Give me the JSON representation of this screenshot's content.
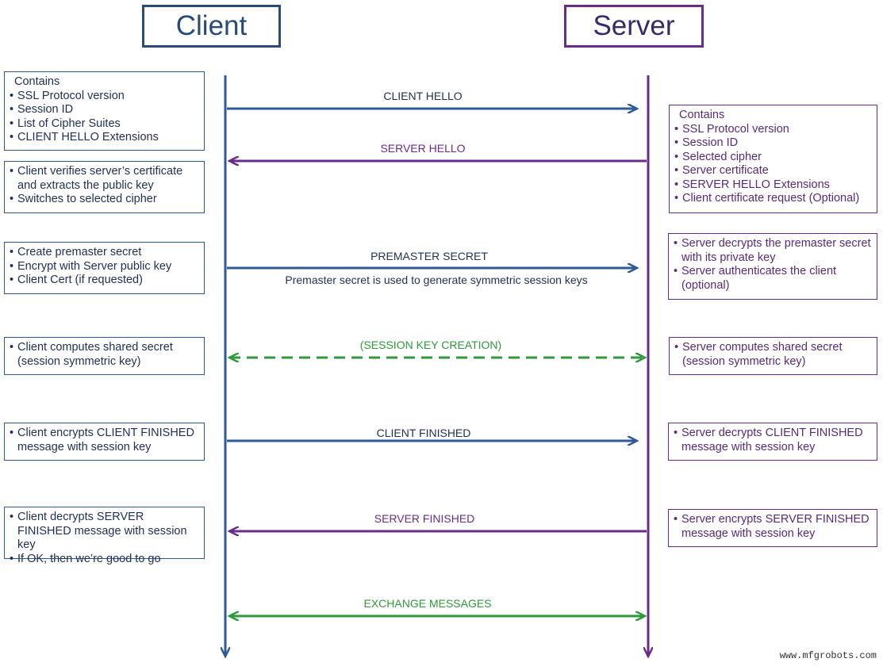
{
  "actors": {
    "client": "Client",
    "server": "Server"
  },
  "messages": {
    "client_hello": "CLIENT HELLO",
    "server_hello": "SERVER HELLO",
    "premaster_secret": "PREMASTER SECRET",
    "premaster_note": "Premaster secret is used to generate symmetric session keys",
    "session_key_creation": "(SESSION KEY CREATION)",
    "client_finished": "CLIENT FINISHED",
    "server_finished": "SERVER FINISHED",
    "exchange_messages": "EXCHANGE MESSAGES"
  },
  "client_notes": {
    "hello": {
      "head": "Contains",
      "items": [
        "SSL Protocol version",
        "Session ID",
        "List of Cipher Suites",
        "CLIENT HELLO Extensions"
      ]
    },
    "verify": {
      "items": [
        "Client verifies server’s certificate and extracts the public key",
        "Switches to selected cipher"
      ]
    },
    "premaster": {
      "items": [
        "Create premaster secret",
        "Encrypt with Server public key",
        "Client Cert (if requested)"
      ]
    },
    "session": {
      "items": [
        "Client computes shared secret (session symmetric key)"
      ]
    },
    "finished": {
      "items": [
        "Client encrypts CLIENT FINISHED message with session key"
      ]
    },
    "server_finished": {
      "items": [
        "Client decrypts SERVER FINISHED message with session key",
        "If OK, then we’re good to go"
      ]
    }
  },
  "server_notes": {
    "hello": {
      "head": "Contains",
      "items": [
        "SSL Protocol version",
        "Session ID",
        "Selected cipher",
        "Server certificate",
        "SERVER HELLO Extensions",
        "Client certificate request (Optional)"
      ]
    },
    "premaster": {
      "items": [
        "Server decrypts the premaster secret with its private key",
        "Server authenticates the client (optional)"
      ]
    },
    "session": {
      "items": [
        "Server computes shared secret (session symmetric key)"
      ]
    },
    "client_finished": {
      "items": [
        "Server decrypts CLIENT FINISHED message with session key"
      ]
    },
    "server_finished": {
      "items": [
        "Server encrypts SERVER FINISHED message with session key"
      ]
    }
  },
  "watermark": "www.mfgrobots.com",
  "colors": {
    "client": "#2f5a9a",
    "server": "#6a2b8a",
    "session": "#2e9a3a"
  }
}
